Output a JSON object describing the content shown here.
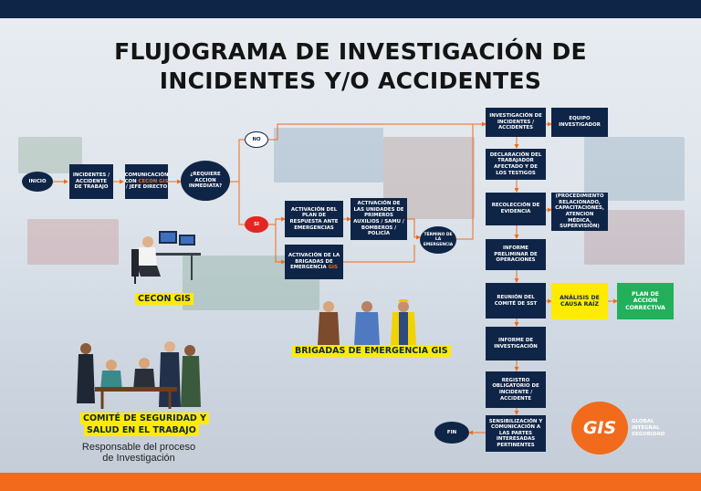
{
  "title": {
    "line1": "FLUJOGRAMA DE INVESTIGACIÓN DE",
    "line2": "INCIDENTES Y/O ACCIDENTES"
  },
  "nodes": {
    "inicio": "INICIO",
    "incidente": "INCIDENTES / ACCIDENTE DE TRABAJO",
    "comunicacion_pre": "COMUNICACIÓN CON ",
    "comunicacion_hl": "CECON GIS",
    "comunicacion_post": " / JEFE DIRECTO",
    "requiere": "¿REQUIERE ACCION INMEDIATA?",
    "no": "NO",
    "si": "SI",
    "activacion_plan": "ACTIVACIÓN DEL PLAN DE RESPUESTA ANTE EMERGENCIAS",
    "activacion_unidades": "ACTIVACIÓN DE LAS UNIDADES DE PRIMEROS AUXILIOS / SAMU / BOMBEROS / POLICÍA",
    "activacion_brigadas_pre": "ACTIVACIÓN DE LA BRIGADAS DE EMERGENCIA ",
    "activacion_brigadas_hl": "GIS",
    "termino": "TÉRMINO DE LA EMERGENCIA",
    "investigacion": "INVESTIGACIÓN DE INCIDENTES / ACCIDENTES",
    "equipo": "EQUIPO INVESTIGADOR",
    "declaracion": "DECLARACIÓN DEL TRABAJADOR AFECTADO Y DE LOS TESTIGOS",
    "recoleccion": "RECOLECCIÓN DE EVIDENCIA",
    "procedimiento": "(PROCEDIMIENTO RELACIONADO, CAPACITACIONES, ATENCION MÉDICA, SUPERVISIÓN)",
    "informe_prelim": "INFORME PRELIMINAR DE OPERACIONES",
    "reunion": "REUNIÓN DEL COMITÉ DE SST",
    "analisis": "ANÁLISIS DE CAUSA RAÍZ",
    "plan_accion": "PLAN DE ACCION CORRECTIVA",
    "informe_inv": "INFORME DE INVESTIGACIÓN",
    "registro": "REGISTRO OBLIGATORIO DE INCIDENTE / ACCIDENTE",
    "sensibilizacion": "SENSIBILIZACIÓN Y COMUNICACIÓN A LAS PARTES INTERESADAS PERTINENTES",
    "fin": "FIN"
  },
  "labels": {
    "cecon": "CECON GIS",
    "brigadas": "BRIGADAS DE EMERGENCIA GIS",
    "comite_line1": "COMITÉ DE SEGURIDAD Y",
    "comite_line2": "SALUD EN EL TRABAJO",
    "resp_line1": "Responsable del proceso",
    "resp_line2": "de Investigación"
  },
  "logo": {
    "mark": "GIS",
    "line1": "GLOBAL",
    "line2": "INTEGRAL",
    "line3": "SEGURIDAD"
  },
  "colors": {
    "navy": "#0f2547",
    "orange": "#f26a1b",
    "yellow": "#ffeb00",
    "green": "#22b05a",
    "red": "#e32620",
    "connector": "#f26a1b"
  }
}
